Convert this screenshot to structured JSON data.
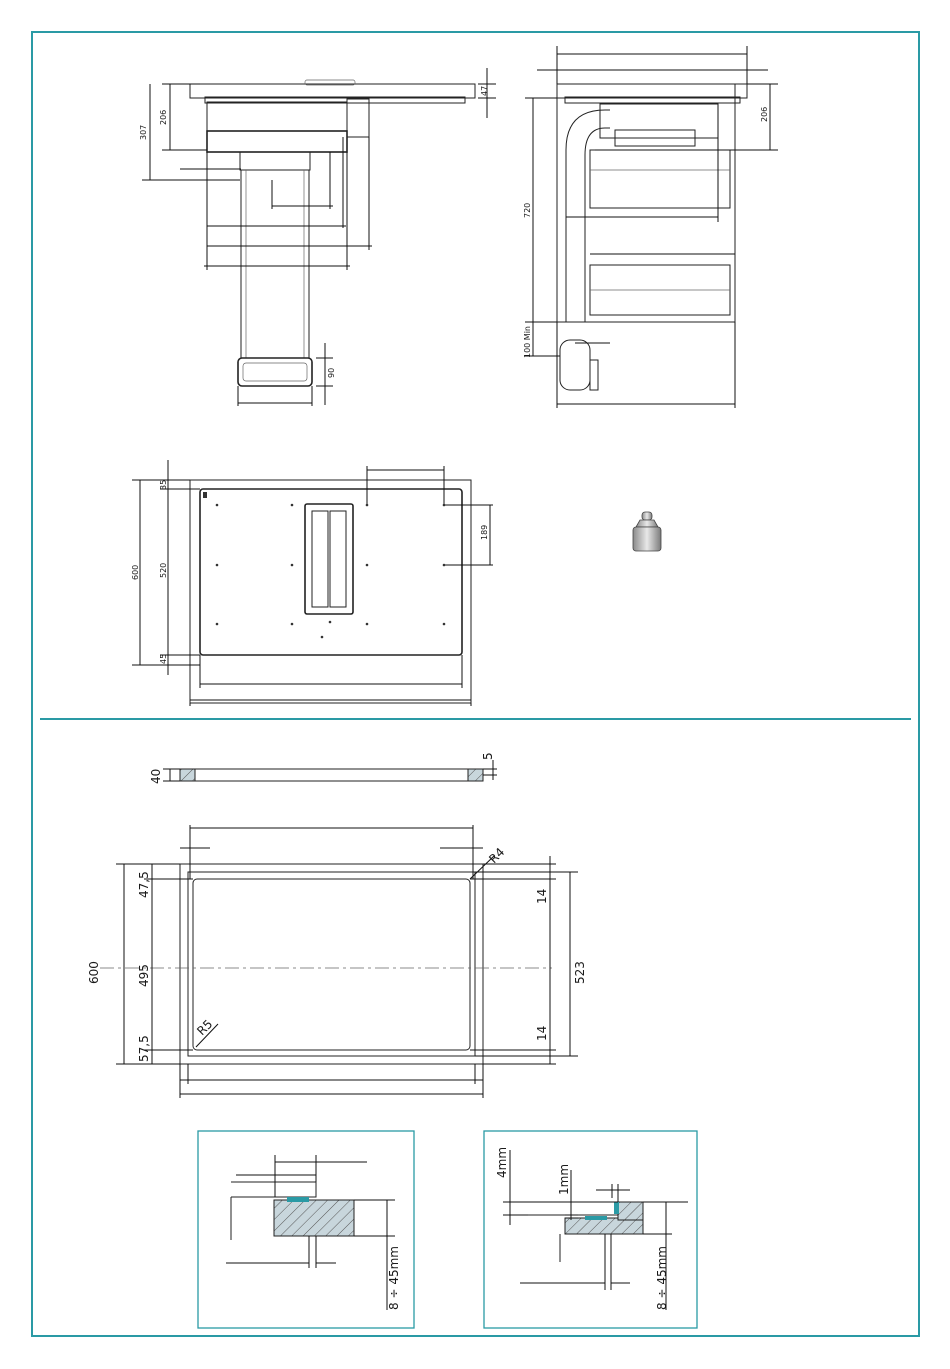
{
  "colors": {
    "frame": "#2a9aa5",
    "seal": "#2a9aa5",
    "line": "#222222",
    "hatch": "#c8d6dc"
  },
  "side_view": {
    "dim_47": "47",
    "dim_206": "206",
    "dim_307": "307",
    "dim_90": "90"
  },
  "section_view": {
    "dim_206": "206",
    "dim_720": "720",
    "dim_100min": "100 Min"
  },
  "top_view": {
    "dim_35": "35",
    "dim_600": "600",
    "dim_520": "520",
    "dim_45": "45",
    "dim_189": "189"
  },
  "weight_icon": "weight-icon",
  "glass_profile": {
    "dim_40": "40",
    "dim_5": "5"
  },
  "cutout": {
    "dim_R4": "R4",
    "dim_R5": "R5",
    "dim_600": "600",
    "dim_47_5": "47,5",
    "dim_495": "495",
    "dim_57_5": "57,5",
    "dim_14_top": "14",
    "dim_14_bottom": "14",
    "dim_523": "523"
  },
  "detail_flush": {
    "dim_thickness": "8 ÷ 45mm"
  },
  "detail_recessed": {
    "dim_4mm": "4mm",
    "dim_1mm": "1mm",
    "dim_thickness": "8 ÷ 45mm"
  }
}
